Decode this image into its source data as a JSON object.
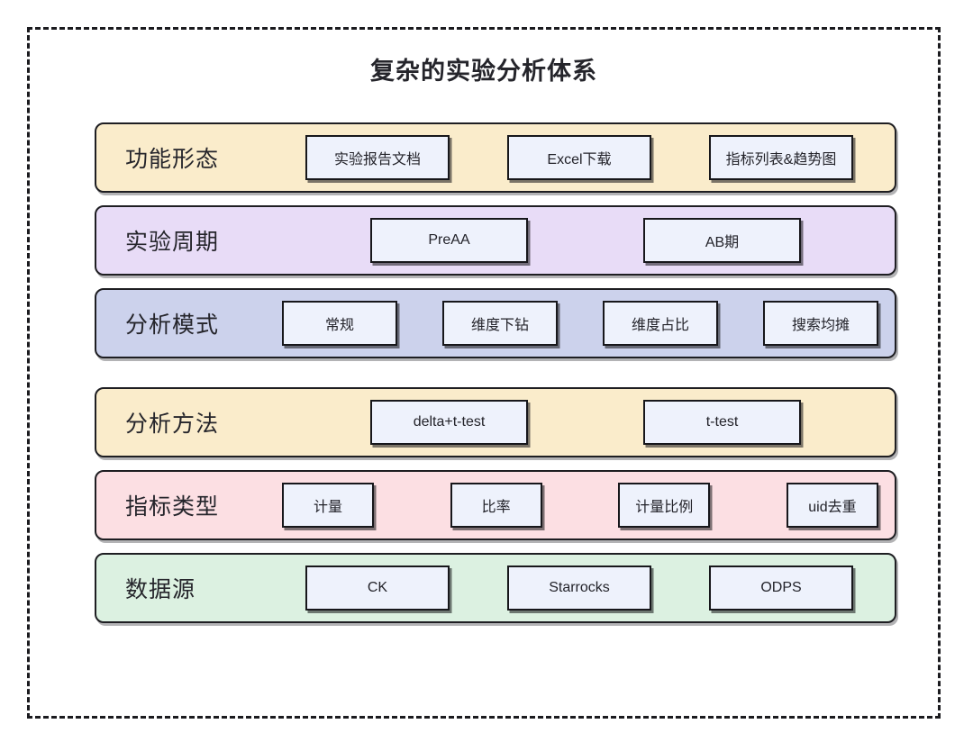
{
  "diagram": {
    "title": "复杂的实验分析体系",
    "border_style": "dashed",
    "rows": [
      {
        "label": "功能形态",
        "color": "#faeccb",
        "items": [
          "实验报告文档",
          "Excel下载",
          "指标列表&趋势图"
        ]
      },
      {
        "label": "实验周期",
        "color": "#e8dcf7",
        "items": [
          "PreAA",
          "AB期"
        ]
      },
      {
        "label": "分析模式",
        "color": "#ccd2ec",
        "items": [
          "常规",
          "维度下钻",
          "维度占比",
          "搜索均摊"
        ]
      },
      {
        "label": "分析方法",
        "color": "#faeccb",
        "items": [
          "delta+t-test",
          "t-test"
        ]
      },
      {
        "label": "指标类型",
        "color": "#fcdfe3",
        "items": [
          "计量",
          "比率",
          "计量比例",
          "uid去重"
        ]
      },
      {
        "label": "数据源",
        "color": "#dcf1e1",
        "items": [
          "CK",
          "Starrocks",
          "ODPS"
        ]
      }
    ]
  }
}
